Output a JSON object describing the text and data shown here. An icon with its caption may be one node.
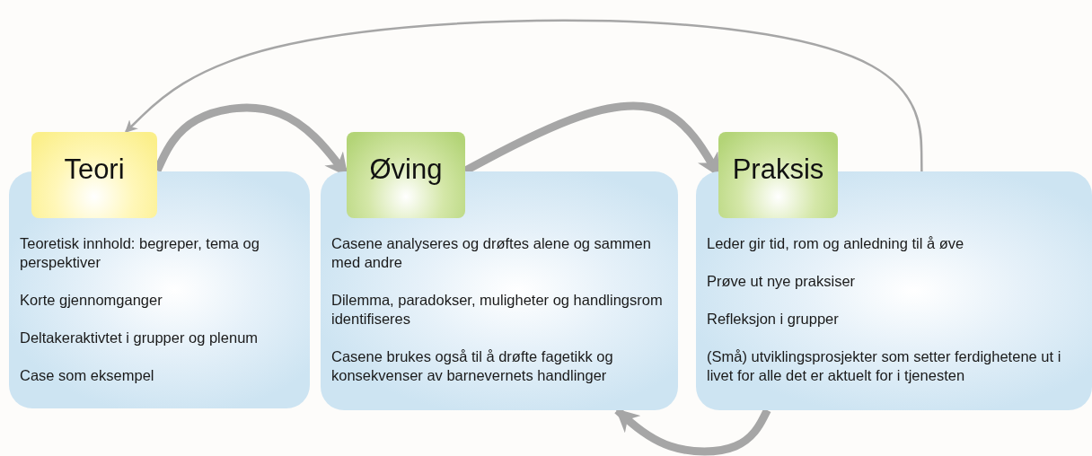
{
  "diagram": {
    "nodes": [
      {
        "text": [
          "Teori"
        ]
      },
      {
        "text": [
          "Teoretisk innhold: begreper, tema og perspektiver",
          "Korte gjennomganger",
          "Deltakeraktivtet i grupper og plenum",
          "Case som eksempel"
        ]
      },
      {
        "text": [
          "Øving"
        ]
      },
      {
        "text": [
          "Casene analyseres og drøftes alene og sammen med andre",
          "Dilemma, paradokser, muligheter og handlingsrom identifiseres",
          "Casene brukes også til å drøfte fagetikk og konsekvenser av barnevernets handlinger"
        ]
      },
      {
        "text": [
          "Praksis"
        ]
      },
      {
        "text": [
          "Leder gir tid, rom og anledning til å øve",
          "Prøve ut nye praksiser",
          "Refleksjon i grupper",
          "(Små) utviklingsprosjekter som setter ferdighetene ut i livet for alle det er aktuelt for i tjenesten"
        ]
      }
    ],
    "edges": [
      {
        "from": 0,
        "to": 2,
        "arrow": "to"
      },
      {
        "from": 2,
        "to": 4,
        "arrow": "to"
      },
      {
        "from": 5,
        "to": 0,
        "arrow": "to"
      },
      {
        "from": 5,
        "to": 3,
        "arrow": "to"
      }
    ]
  }
}
